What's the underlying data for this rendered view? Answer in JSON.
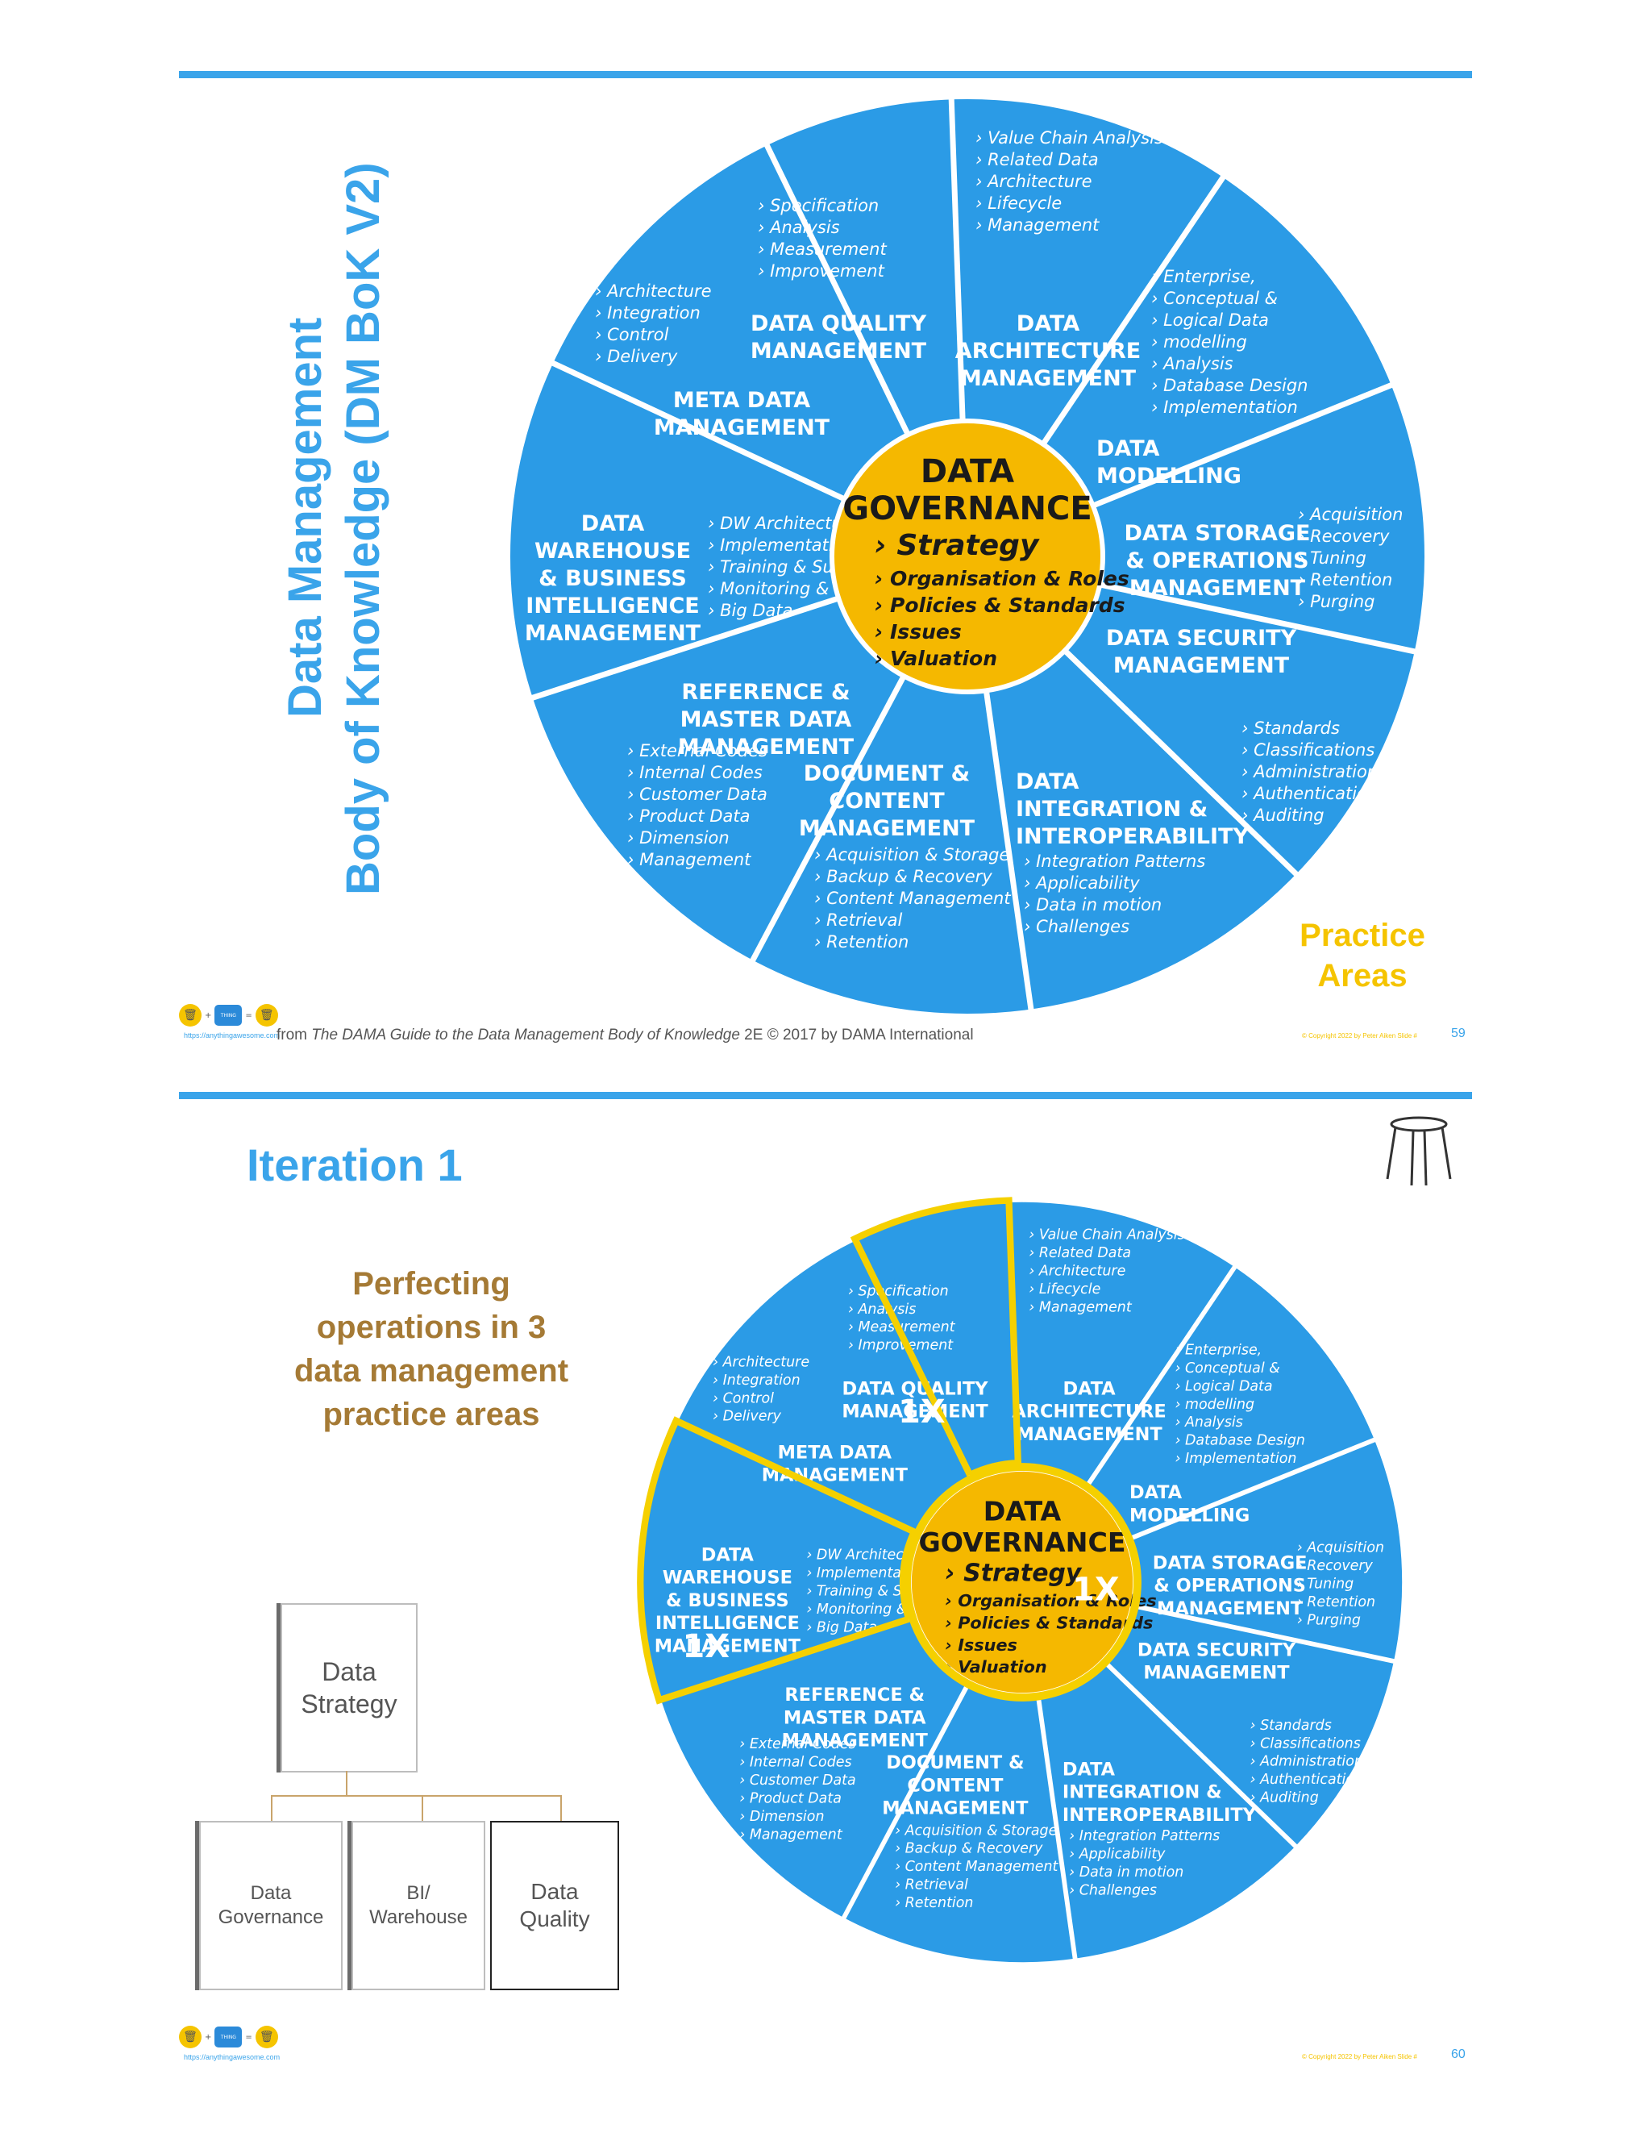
{
  "slide1": {
    "title_line1": "Data Management",
    "title_line2": "Body of Knowledge (DM BoK V2)",
    "practice_line1": "Practice",
    "practice_line2": "Areas",
    "source_prefix": "from ",
    "source_title": "The DAMA Guide to the Data Management Body of Knowledge",
    "source_suffix": " 2E © 2017 by DAMA International",
    "site": "https://anythingawesome.com",
    "copyright": "© Copyright    2022    by Peter Aiken    Slide #",
    "page": "59"
  },
  "slide2": {
    "title": "Iteration 1",
    "perfecting": [
      "Perfecting",
      "operations in 3",
      "data management",
      "practice areas"
    ],
    "box_top": [
      "Data",
      "Strategy"
    ],
    "box_gov": [
      "Data",
      "Governance"
    ],
    "box_bi": [
      "BI/",
      "Warehouse"
    ],
    "box_dq": [
      "Data",
      "Quality"
    ],
    "marker": "1X",
    "site": "https://anythingawesome.com",
    "copyright": "© Copyright    2022    by Peter Aiken    Slide #",
    "page": "60"
  },
  "wheel": {
    "center_title": [
      "DATA",
      "GOVERNANCE"
    ],
    "center_strategy": "Strategy",
    "center_items": [
      "Organisation & Roles",
      "Policies & Standards",
      "Issues",
      "Valuation"
    ],
    "colors": {
      "blue": "#2b9be6",
      "gold": "#f5b800",
      "highlight": "#f5d000"
    },
    "sectors": [
      {
        "title": [
          "DATA",
          "ARCHITECTURE",
          "MANAGEMENT"
        ],
        "items": [
          "Value Chain Analysis",
          "Related Data",
          "Architecture",
          "Lifecycle",
          "Management"
        ]
      },
      {
        "title": [
          "DATA",
          "MODELLING"
        ],
        "items": [
          "Enterprise,",
          "Conceptual &",
          "Logical  Data",
          "modelling",
          "Analysis",
          "Database Design",
          "Implementation"
        ]
      },
      {
        "title": [
          "DATA STORAGE",
          "& OPERATIONS",
          "MANAGEMENT"
        ],
        "items": [
          "Acquisition",
          "Recovery",
          "Tuning",
          "Retention",
          "Purging"
        ]
      },
      {
        "title": [
          "DATA SECURITY",
          "MANAGEMENT"
        ],
        "items": [
          "Standards",
          "Classifications",
          "Administration",
          "Authentication",
          "Auditing"
        ]
      },
      {
        "title": [
          "DATA",
          "INTEGRATION &",
          "INTEROPERABILITY"
        ],
        "items": [
          "Integration Patterns",
          "Applicability",
          "Data in motion",
          "Challenges"
        ]
      },
      {
        "title": [
          "DOCUMENT &",
          "CONTENT",
          "MANAGEMENT"
        ],
        "items": [
          "Acquisition & Storage",
          "Backup & Recovery",
          "Content Management",
          "Retrieval",
          "Retention"
        ]
      },
      {
        "title": [
          "REFERENCE &",
          "MASTER DATA",
          "MANAGEMENT"
        ],
        "items": [
          "External Codes",
          "Internal Codes",
          "Customer Data",
          "Product Data",
          "Dimension",
          "Management"
        ]
      },
      {
        "title": [
          "DATA",
          "WAREHOUSE",
          "& BUSINESS",
          "INTELLIGENCE",
          "MANAGEMENT"
        ],
        "items": [
          "DW Architecture",
          "Implementation",
          "Training & Support",
          "Monitoring & Tuning",
          "Big Data"
        ]
      },
      {
        "title": [
          "META DATA",
          "MANAGEMENT"
        ],
        "items": [
          "Architecture",
          "Integration",
          "Control",
          "Delivery"
        ]
      },
      {
        "title": [
          "DATA QUALITY",
          "MANAGEMENT"
        ],
        "items": [
          "Specification",
          "Analysis",
          "Measurement",
          "Improvement"
        ]
      }
    ]
  }
}
